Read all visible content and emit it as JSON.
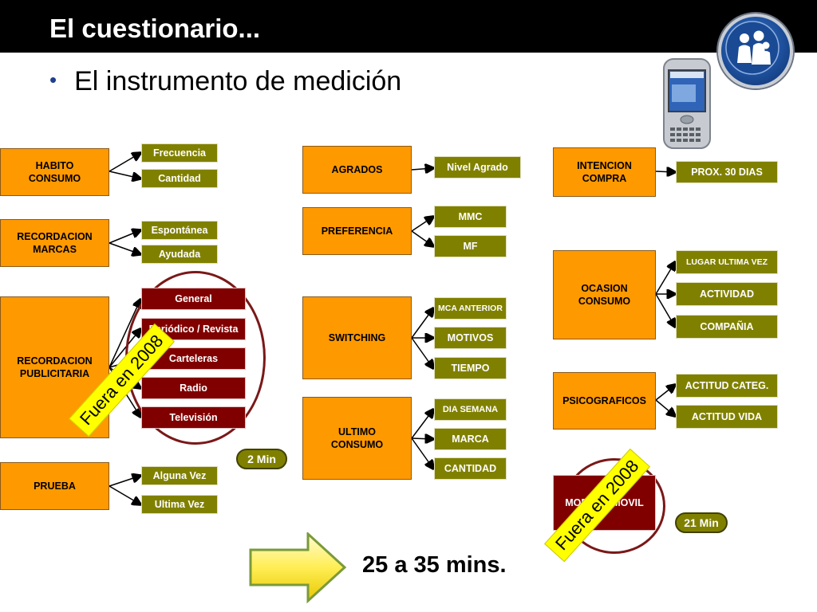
{
  "header": {
    "title": "El cuestionario..."
  },
  "bullet": {
    "text": "El instrumento de medición"
  },
  "colors": {
    "orange": "#ff9900",
    "olive": "#808000",
    "maroon": "#800000",
    "stamp": "#ffff00",
    "header": "#000000"
  },
  "column1": {
    "habito": {
      "label": "HABITO CONSUMO",
      "items": [
        "Frecuencia",
        "Cantidad"
      ]
    },
    "recordacion_marcas": {
      "label": "RECORDACION MARCAS",
      "items": [
        "Espontánea",
        "Ayudada"
      ]
    },
    "recordacion_publicitaria": {
      "label": "RECORDACION PUBLICITARIA",
      "items": [
        "General",
        "Periódico / Revista",
        "Carteleras",
        "Radio",
        "Televisión"
      ]
    },
    "prueba": {
      "label": "PRUEBA",
      "items": [
        "Alguna Vez",
        "Ultima Vez"
      ]
    }
  },
  "column2": {
    "agrados": {
      "label": "AGRADOS",
      "items": [
        "Nivel Agrado"
      ]
    },
    "preferencia": {
      "label": "PREFERENCIA",
      "items": [
        "MMC",
        "MF"
      ]
    },
    "switching": {
      "label": "SWITCHING",
      "items": [
        "MCA ANTERIOR",
        "MOTIVOS",
        "TIEMPO"
      ]
    },
    "ultimo": {
      "label": "ULTIMO CONSUMO",
      "items": [
        "DIA SEMANA",
        "MARCA",
        "CANTIDAD"
      ]
    }
  },
  "column3": {
    "intencion": {
      "label": "INTENCION COMPRA",
      "items": [
        "PROX. 30 DIAS"
      ]
    },
    "ocasion": {
      "label": "OCASION CONSUMO",
      "items": [
        "LUGAR ULTIMA VEZ",
        "ACTIVIDAD",
        "COMPAÑIA"
      ]
    },
    "psicograficos": {
      "label": "PSICOGRAFICOS",
      "items": [
        "ACTITUD CATEG.",
        "ACTITUD VIDA"
      ]
    },
    "modulo": {
      "label": "MODULO MOVIL"
    }
  },
  "stamps": {
    "left": "Fuera en 2008",
    "right": "Fuera en 2008"
  },
  "times": {
    "t1": "2 Min",
    "t2": "21 Min",
    "total": "25 a 35 mins."
  },
  "icons": {
    "logo": "people-icon",
    "device": "pda-icon",
    "arrow": "arrow-right-icon"
  }
}
